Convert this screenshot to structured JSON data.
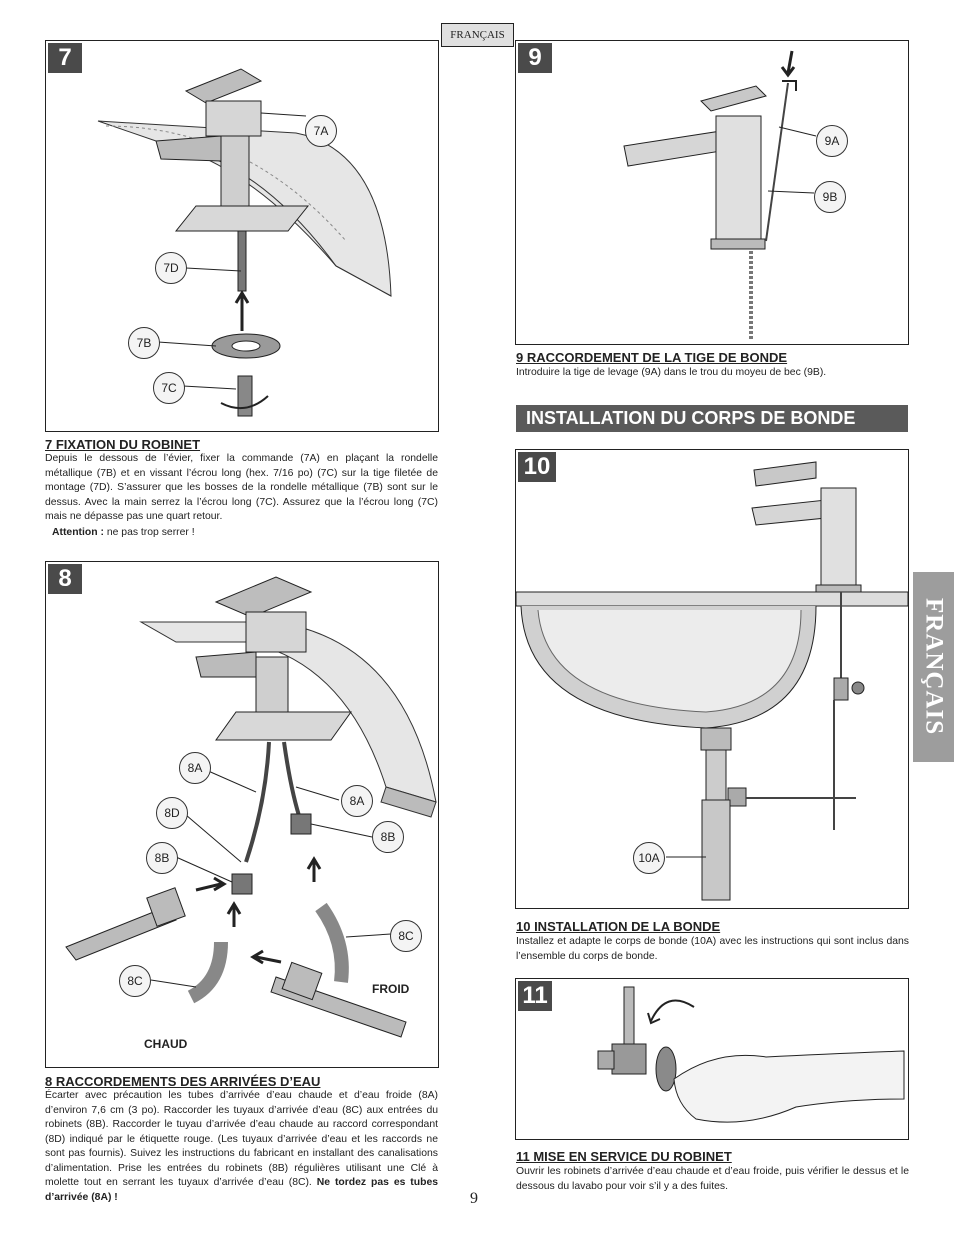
{
  "header": {
    "language_tag": "FRANÇAIS"
  },
  "side_tab": {
    "label": "FRANÇAIS"
  },
  "page_number": "9",
  "step7": {
    "number": "7",
    "callouts": [
      "7A",
      "7D",
      "7B",
      "7C"
    ],
    "heading": "7  FIXATION DU ROBINET",
    "text": "Depuis le dessous de l’évier, fixer la commande (7A) en plaçant la rondelle métallique (7B) et en vissant l’écrou long (hex. 7/16 po) (7C) sur la tige filetée de montage (7D). S’assurer que les bosses de la rondelle métallique (7B) sont sur le dessus. Avec la main serrez la l’écrou long (7C). Assurez que la l’écrou long (7C) mais ne dépasse pas une quart retour.",
    "note_label": "Attention :",
    "note_text": " ne pas trop serrer !"
  },
  "step8": {
    "number": "8",
    "callouts": [
      "8A",
      "8A",
      "8D",
      "8B",
      "8B",
      "8C",
      "8C"
    ],
    "label_cold": "FROID",
    "label_hot": "CHAUD",
    "heading": "8  RACCORDEMENTS DES ARRIVÉES D’EAU",
    "text": "Écarter avec précaution les tubes d’arrivée d’eau chaude et d’eau froide (8A) d’environ 7,6 cm (3 po). Raccorder les tuyaux d’arrivée d’eau (8C) aux entrées du robinets (8B). Raccorder le tuyau d’arrivée d’eau chaude au raccord correspondant (8D) indiqué par le étiquette rouge. (Les tuyaux d’arrivée d’eau et les raccords ne sont pas fournis). Suivez les instructions du fabricant en installant des canalisations d’alimentation. Prise les entrées du robinets (8B) régulières utilisant une Clé à molette tout en serrant les tuyaux d’arrivée d’eau (8C).",
    "warning": "Ne tordez pas es tubes d’arrivée (8A) !"
  },
  "step9": {
    "number": "9",
    "callouts": [
      "9A",
      "9B"
    ],
    "heading": "9  RACCORDEMENT DE LA TIGE DE BONDE",
    "text": "Introduire la tige de levage (9A) dans le trou du moyeu de bec (9B)."
  },
  "section_title": "INSTALLATION DU CORPS DE BONDE",
  "step10": {
    "number": "10",
    "callouts": [
      "10A"
    ],
    "heading": "10  INSTALLATION DE LA BONDE",
    "text": "Installez et adapte le corps de bonde (10A) avec les instructions qui sont inclus dans l’ensemble du corps de bonde."
  },
  "step11": {
    "number": "11",
    "heading": "11  MISE EN SERVICE DU ROBINET",
    "text": "Ouvrir les robinets d’arrivée d’eau chaude et d’eau froide, puis vérifier le dessus et le dessous du lavabo pour voir s’il y a des fuites."
  }
}
